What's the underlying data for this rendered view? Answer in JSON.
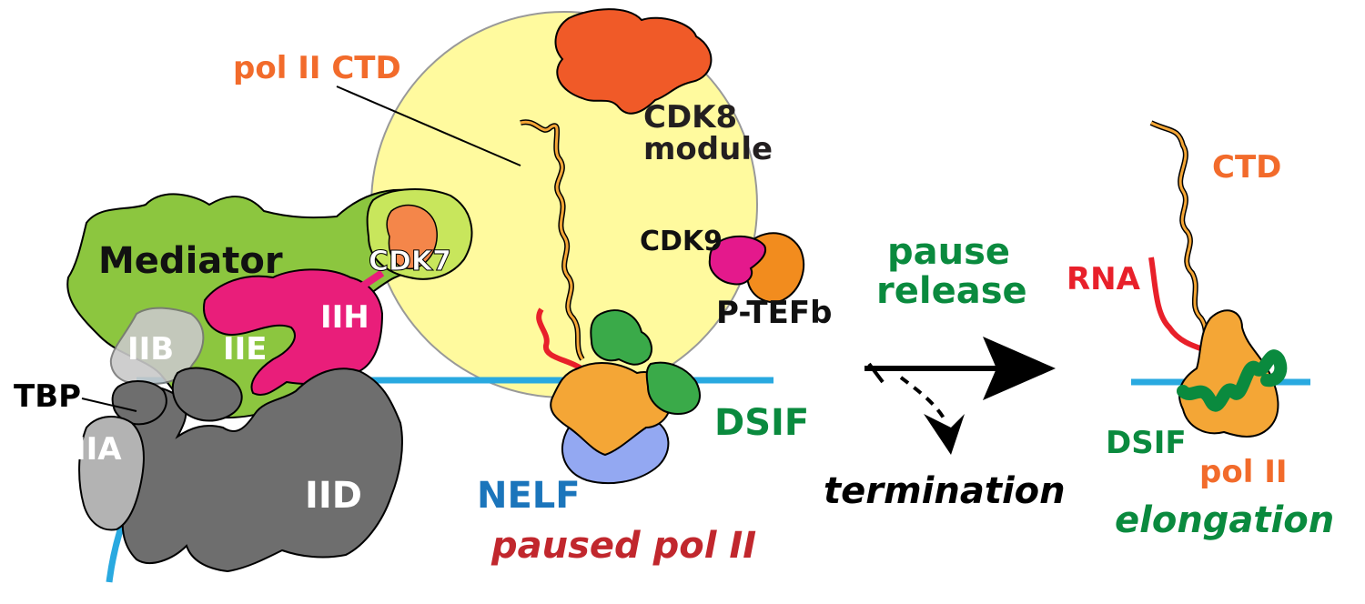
{
  "colors": {
    "mediator": "#8cc63f",
    "pink": "#e91e7a",
    "grey": "#6e6e6e",
    "light_grey": "#b3b3b3",
    "yellow": "#fffa9e",
    "orange": "#f4a636",
    "dark_orange": "#f05a28",
    "green": "#3aaa49",
    "dark_green": "#0a8a3e",
    "blue_dna": "#29a9e0",
    "nelf_blue": "#93a8f2",
    "rna_red": "#e8202a",
    "label_orange": "#f26b2b",
    "label_red": "#c1272d",
    "label_blue": "#1b75bb"
  },
  "labels": {
    "pol_ii_ctd": "pol II CTD",
    "cdk8_line1": "CDK8",
    "cdk8_line2": "module",
    "mediator": "Mediator",
    "cdk7": "CDK7",
    "iih": "IIH",
    "iie": "IIE",
    "iib": "IIB",
    "tbp": "TBP",
    "iia": "IIA",
    "iid": "IID",
    "cdk9": "CDK9",
    "p_tefb": "P-TEFb",
    "dsif_left": "DSIF",
    "nelf": "NELF",
    "paused": "paused pol II",
    "pause_line1": "pause",
    "pause_line2": "release",
    "termination": "termination",
    "ctd_right": "CTD",
    "rna": "RNA",
    "dsif_right": "DSIF",
    "pol_ii_right": "pol II",
    "elongation": "elongation"
  }
}
